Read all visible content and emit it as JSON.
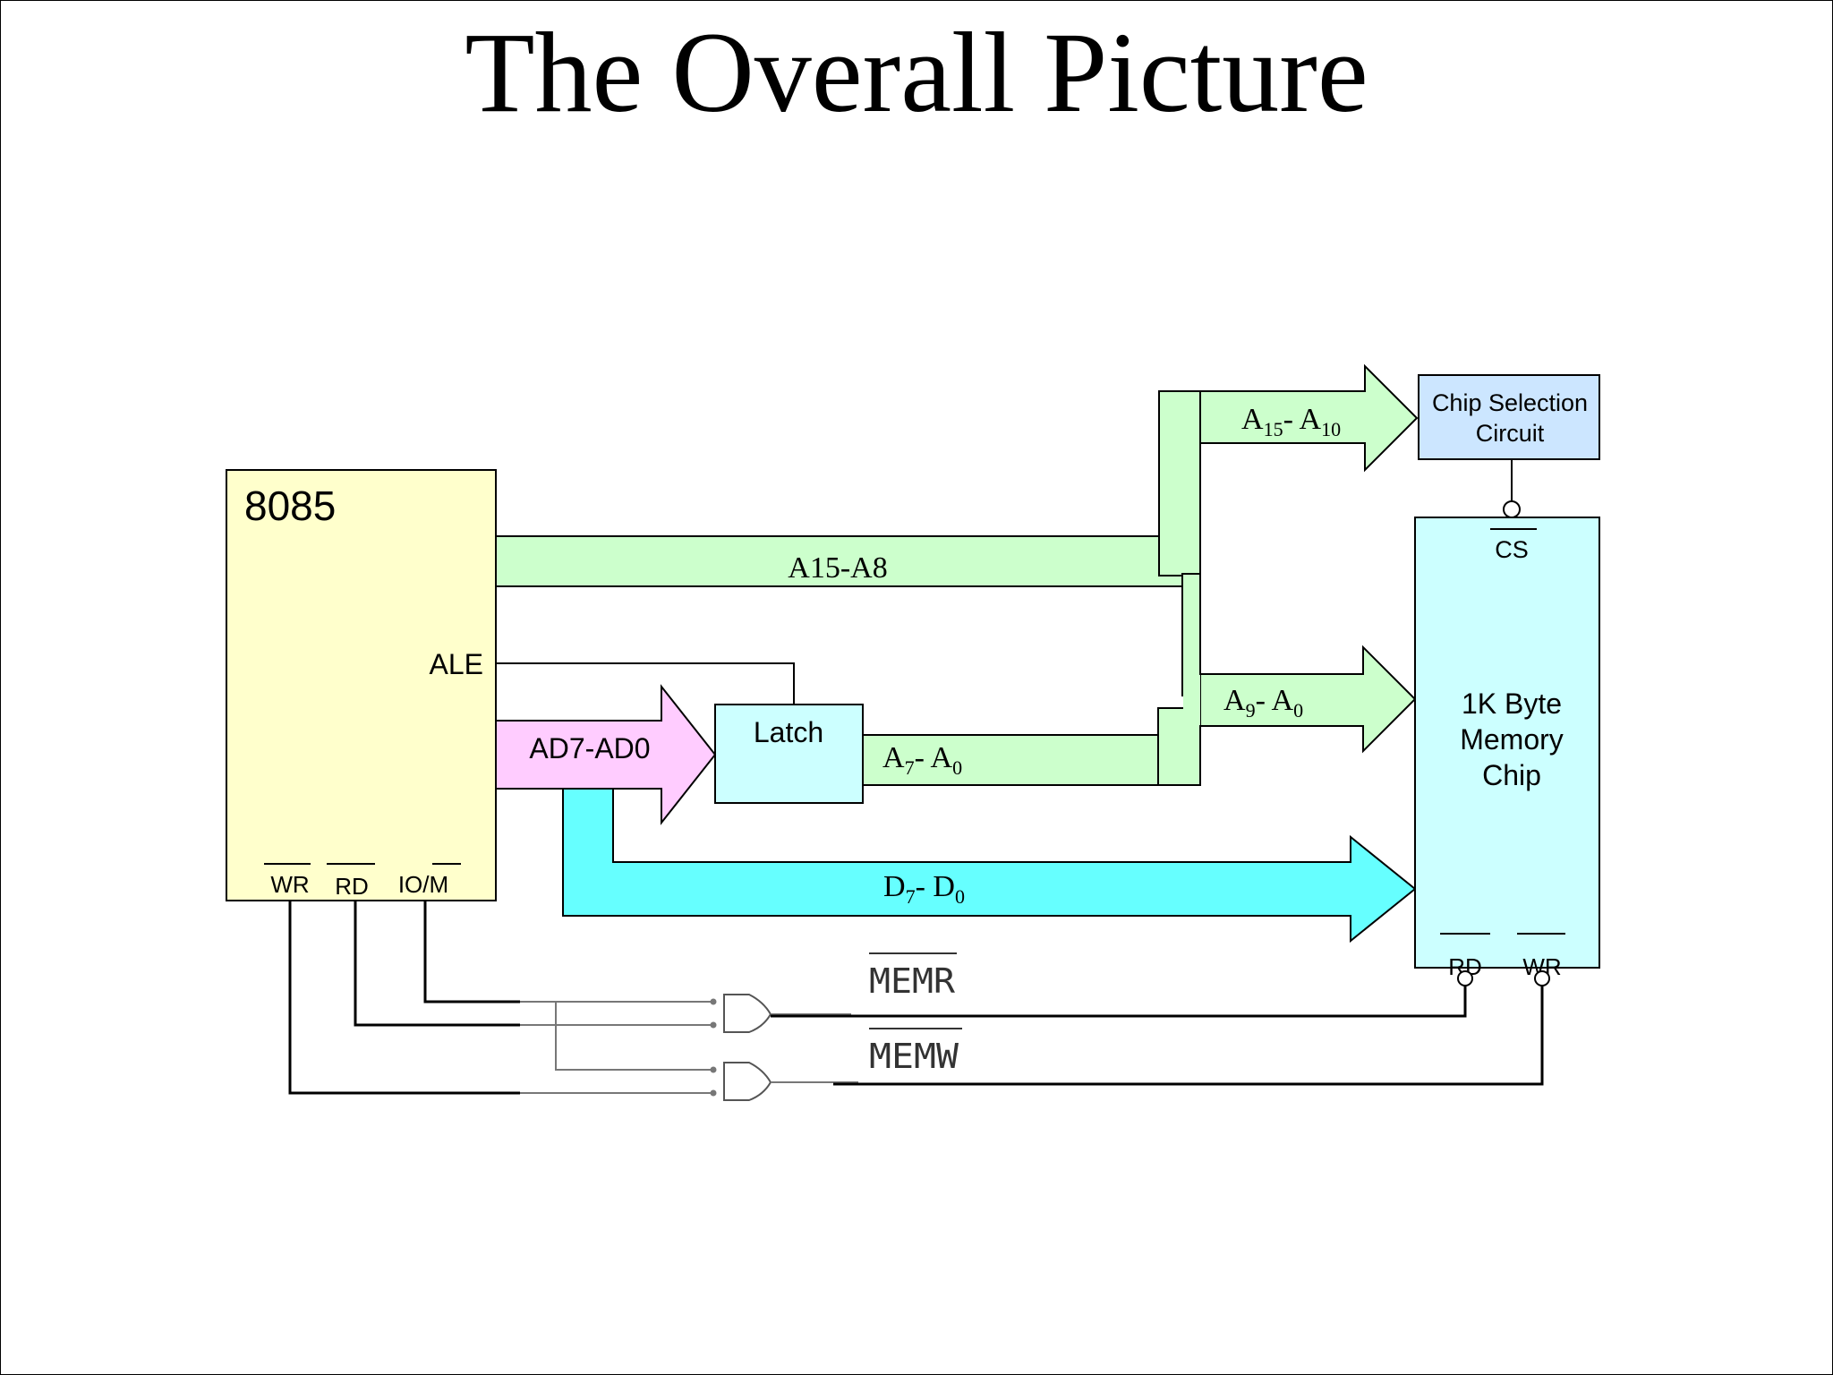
{
  "title": "The Overall Picture",
  "cpu": {
    "label": "8085",
    "ale": "ALE",
    "wr": "WR",
    "rd": "RD",
    "io_m": "IO/M"
  },
  "latch": {
    "label": "Latch"
  },
  "chip_select": {
    "line1": "Chip Selection",
    "line2": "Circuit"
  },
  "memory": {
    "line1": "1K Byte",
    "line2": "Memory",
    "line3": "Chip",
    "cs": "CS",
    "rd": "RD",
    "wr": "WR"
  },
  "buses": {
    "a15_a8": "A15-A8",
    "ad7_ad0": "AD7-AD0",
    "a15_a10": {
      "main": "A",
      "sub1": "15",
      "sep": "- A",
      "sub2": "10"
    },
    "a9_a0": {
      "main": "A",
      "sub1": "9",
      "sep": "- A",
      "sub2": "0"
    },
    "a7_a0": {
      "main": "A",
      "sub1": "7",
      "sep": "- A",
      "sub2": "0"
    },
    "d7_d0": {
      "main": "D",
      "sub1": "7",
      "sep": "- D",
      "sub2": "0"
    }
  },
  "signals": {
    "memr": "MEMR",
    "memw": "MEMW"
  },
  "colors": {
    "cpu_fill": "#ffffcc",
    "address_bus": "#ccffcc",
    "ad_bus": "#ffccff",
    "data_bus": "#66ffff",
    "latch_fill": "#ccffff",
    "memory_fill": "#ccffff",
    "chip_select_fill": "#cce6ff"
  }
}
